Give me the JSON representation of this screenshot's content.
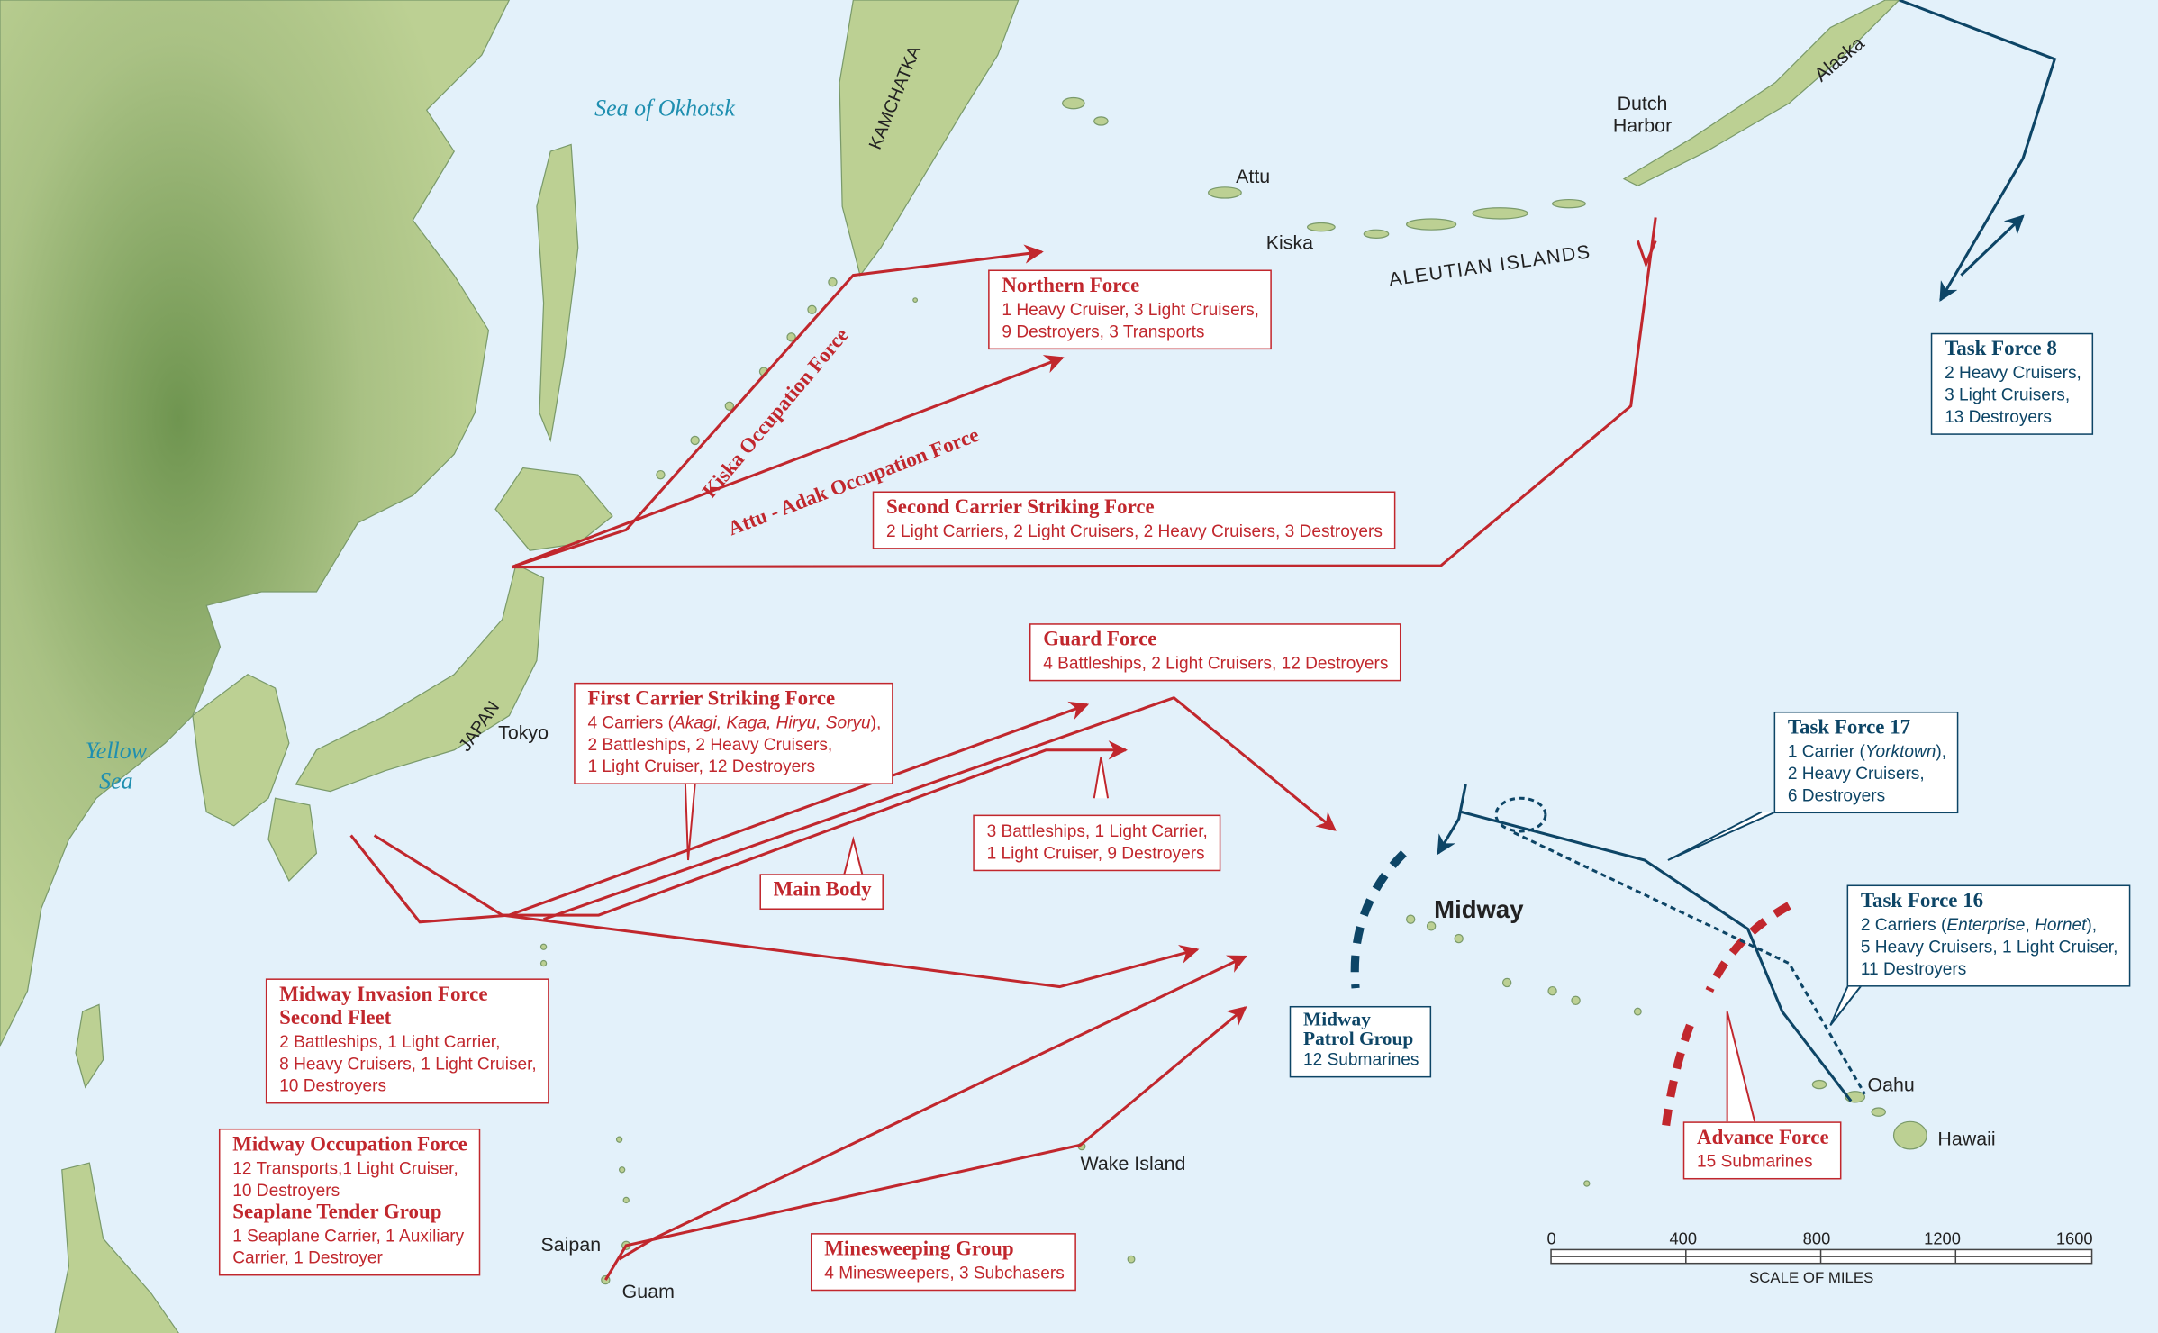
{
  "colors": {
    "sea": "#e3f1fa",
    "land": "#b9cc8e",
    "japan": "#c1272d",
    "us": "#0d4566"
  },
  "places": {
    "sea_okhotsk": "Sea of Okhotsk",
    "kamchatka": "KAMCHATKA",
    "attu": "Attu",
    "kiska": "Kiska",
    "aleutian": "ALEUTIAN ISLANDS",
    "dutch_harbor_1": "Dutch",
    "dutch_harbor_2": "Harbor",
    "alaska": "Alaska",
    "japan": "JAPAN",
    "tokyo": "Tokyo",
    "yellow_sea_1": "Yellow",
    "yellow_sea_2": "Sea",
    "midway": "Midway",
    "oahu": "Oahu",
    "hawaii": "Hawaii",
    "wake": "Wake Island",
    "saipan": "Saipan",
    "guam": "Guam"
  },
  "route_labels": {
    "kiska": "Kiska Occupation Force",
    "attu": "Attu - Adak Occupation Force"
  },
  "japan_forces": {
    "northern": {
      "title": "Northern Force",
      "lines": [
        "1 Heavy Cruiser, 3 Light Cruisers,",
        "9 Destroyers, 3 Transports"
      ]
    },
    "second_carrier": {
      "title": "Second Carrier Striking Force",
      "lines": [
        "2 Light Carriers,  2 Light Cruisers, 2 Heavy Cruisers, 3 Destroyers"
      ]
    },
    "guard": {
      "title": "Guard Force",
      "lines": [
        "4 Battleships, 2 Light Cruisers, 12 Destroyers"
      ]
    },
    "first_carrier": {
      "title": "First Carrier Striking Force",
      "line1_pre": "4 Carriers (",
      "line1_italic": "Akagi, Kaga, Hiryu, Soryu",
      "line1_post": "),",
      "lines": [
        "2 Battleships, 2 Heavy Cruisers,",
        "1 Light Cruiser, 12 Destroyers"
      ]
    },
    "main_body": {
      "title": "Main Body"
    },
    "main_body_detail": {
      "lines": [
        "3 Battleships, 1 Light Carrier,",
        "1 Light Cruiser, 9 Destroyers"
      ]
    },
    "invasion": {
      "title": "Midway Invasion Force",
      "title2": "Second Fleet",
      "lines": [
        "2 Battleships, 1 Light Carrier,",
        "8 Heavy Cruisers, 1 Light Cruiser,",
        "10 Destroyers"
      ]
    },
    "occupation": {
      "title": "Midway Occupation Force",
      "lines": [
        "12 Transports,1 Light Cruiser,",
        "10 Destroyers"
      ],
      "title2": "Seaplane Tender Group",
      "lines2": [
        "1 Seaplane Carrier, 1 Auxiliary",
        "Carrier, 1 Destroyer"
      ]
    },
    "minesweeping": {
      "title": "Minesweeping Group",
      "lines": [
        "4 Minesweepers, 3 Subchasers"
      ]
    },
    "advance": {
      "title": "Advance Force",
      "lines": [
        "15 Submarines"
      ]
    }
  },
  "us_forces": {
    "tf8": {
      "title": "Task Force 8",
      "lines": [
        "2 Heavy Cruisers,",
        "3 Light Cruisers,",
        "13 Destroyers"
      ]
    },
    "tf17": {
      "title": "Task Force 17",
      "line1_pre": "1 Carrier (",
      "line1_italic": "Yorktown",
      "line1_post": "),",
      "lines": [
        "2 Heavy Cruisers,",
        "6 Destroyers"
      ]
    },
    "tf16": {
      "title": "Task Force 16",
      "line1_pre": "2 Carriers (",
      "line1_italic": "Enterprise",
      "line1_mid": ", ",
      "line1_italic2": "Hornet",
      "line1_post": "),",
      "lines": [
        "5 Heavy Cruisers, 1 Light Cruiser,",
        "11 Destroyers"
      ]
    },
    "patrol": {
      "title": "Midway",
      "title2": "Patrol Group",
      "lines": [
        "12 Submarines"
      ]
    }
  },
  "scale": {
    "ticks": [
      "0",
      "400",
      "800",
      "1200",
      "1600"
    ],
    "label": "SCALE OF MILES"
  }
}
